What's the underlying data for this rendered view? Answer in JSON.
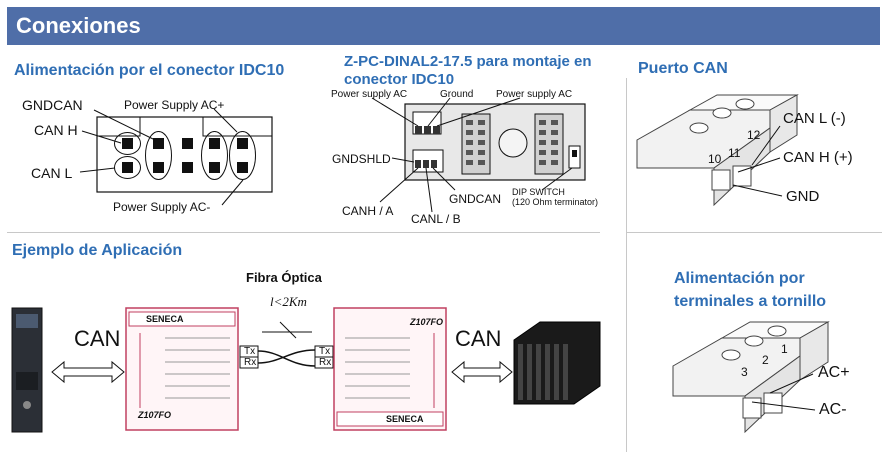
{
  "header": {
    "title": "Conexiones"
  },
  "sections": {
    "idc10": {
      "title": "Alimentación por el conector IDC10",
      "labels": {
        "gndcan": "GNDCAN",
        "canh": "CAN H",
        "canl": "CAN L",
        "ps_ac_plus": "Power Supply AC+",
        "ps_ac_minus": "Power Supply AC-"
      }
    },
    "dinal": {
      "title_line1": "Z-PC-DINAL2-17.5 para montaje en",
      "title_line2": "conector IDC10",
      "labels": {
        "ps_ac_left": "Power supply AC",
        "ground": "Ground",
        "ps_ac_right": "Power supply AC",
        "gndshld": "GNDSHLD",
        "gndcan": "GNDCAN",
        "dip": "DIP SWITCH",
        "dip_sub": "(120 Ohm terminator)",
        "canh_a": "CANH / A",
        "canl_b": "CANL / B"
      }
    },
    "can_port": {
      "title": "Puerto CAN",
      "labels": {
        "canl": "CAN L (-)",
        "canh": "CAN H (+)",
        "gnd": "GND",
        "t10": "10",
        "t11": "11",
        "t12": "12"
      }
    },
    "application": {
      "title": "Ejemplo de Aplicación",
      "fibra": "Fibra Óptica",
      "distance": "l<2Km",
      "can_left": "CAN",
      "can_right": "CAN",
      "tx": "Tx",
      "rx": "Rx",
      "brand": "SENECA",
      "model_left": "Z107FO",
      "model_right": "Z107FO"
    },
    "screw_terminal": {
      "title_line1": "Alimentación por",
      "title_line2": "terminales a tornillo",
      "labels": {
        "ac_plus": "AC+",
        "ac_minus": "AC-",
        "t1": "1",
        "t2": "2",
        "t3": "3"
      }
    }
  }
}
